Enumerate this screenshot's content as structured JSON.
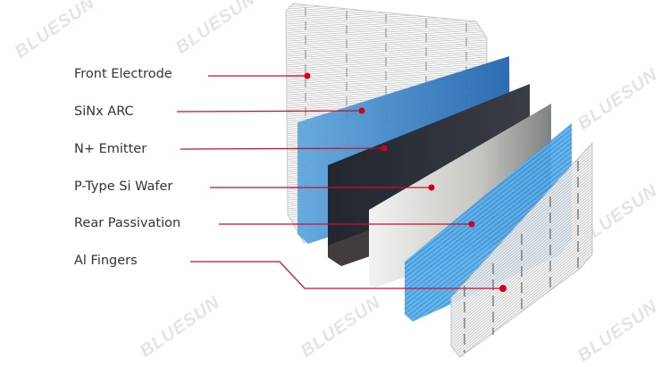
{
  "labels": [
    {
      "text": "Front Electrode"
    },
    {
      "text": "SiNx ARC"
    },
    {
      "text": "N+ Emitter"
    },
    {
      "text": "P-Type Si Wafer"
    },
    {
      "text": "Rear Passivation"
    },
    {
      "text": "Al Fingers"
    }
  ],
  "watermark": "BLUESUN",
  "colors": {
    "leader_line": "#c8102e",
    "sinx_arc": "#3a86c8",
    "n_emitter": "#2b2f38",
    "wafer": "#d8d8d4",
    "rear_passivation": "#4aa3e0",
    "grid": "#9a9a9a"
  }
}
